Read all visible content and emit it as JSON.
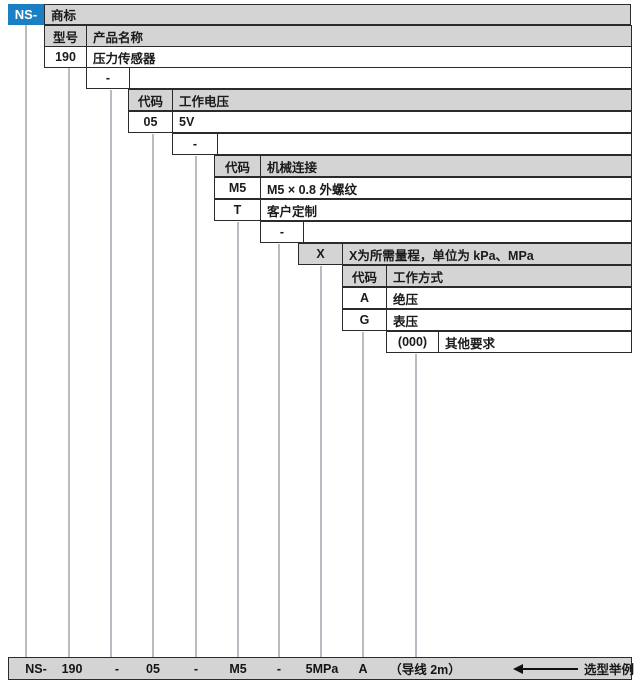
{
  "diagram": {
    "type": "product-model-code-breakdown",
    "brand": {
      "tag": "NS-",
      "label": "商标",
      "tag_color": "#1b7fc4"
    },
    "levels": [
      {
        "id": "model",
        "header": {
          "code": "型号",
          "desc": "产品名称"
        },
        "rows": [
          {
            "code": "190",
            "desc": "压力传感器"
          }
        ],
        "separator": "-"
      },
      {
        "id": "voltage",
        "header": {
          "code": "代码",
          "desc": "工作电压"
        },
        "rows": [
          {
            "code": "05",
            "desc": "5V"
          }
        ],
        "separator": "-"
      },
      {
        "id": "mechanical",
        "header": {
          "code": "代码",
          "desc": "机械连接"
        },
        "rows": [
          {
            "code": "M5",
            "desc": "M5 × 0.8 外螺纹"
          },
          {
            "code": "T",
            "desc": "客户定制"
          }
        ],
        "separator": "-"
      },
      {
        "id": "range",
        "header": {
          "code": "X",
          "desc": "X为所需量程，单位为 kPa、MPa"
        },
        "rows": [],
        "separator": null
      },
      {
        "id": "working-mode",
        "header": {
          "code": "代码",
          "desc": "工作方式"
        },
        "rows": [
          {
            "code": "A",
            "desc": "绝压"
          },
          {
            "code": "G",
            "desc": "表压"
          }
        ],
        "separator": null
      },
      {
        "id": "other",
        "header": null,
        "rows": [
          {
            "code": "(000)",
            "desc": "其他要求"
          }
        ],
        "separator": null
      }
    ],
    "example": {
      "items": [
        "NS-",
        "190",
        "-",
        "05",
        "-",
        "M5",
        "-",
        "5MPa",
        "A",
        "（导线 2m）"
      ],
      "annotation": "选型举例",
      "arrow": "left-arrow-icon"
    }
  }
}
